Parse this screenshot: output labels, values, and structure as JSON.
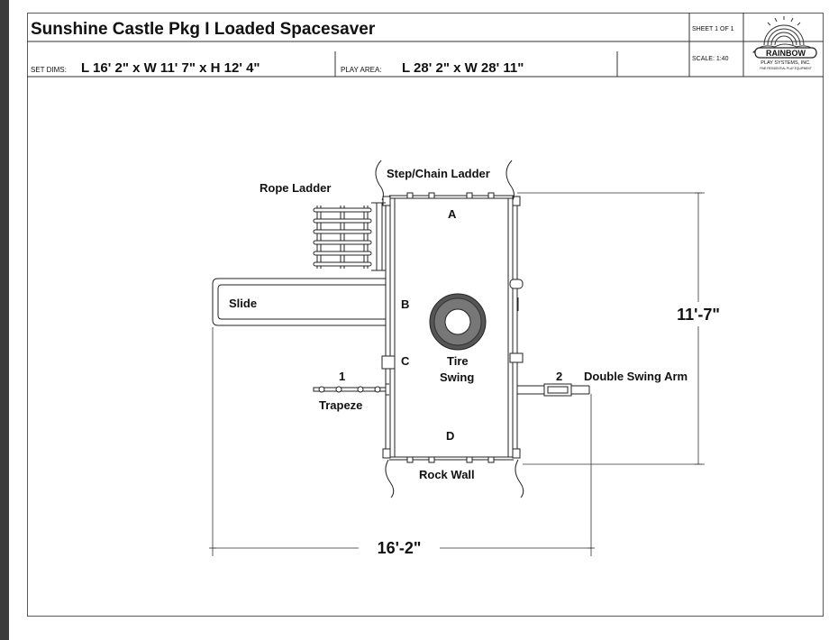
{
  "title_block": {
    "title": "Sunshine Castle Pkg I Loaded Spacesaver",
    "set_dims_label": "SET DIMS:",
    "set_dims_value": "L 16' 2\" x W 11' 7\" x H 12' 4\"",
    "play_area_label": "PLAY AREA:",
    "play_area_value": "L 28' 2\" x W 28' 11\"",
    "sheet": "SHEET 1 OF 1",
    "scale": "SCALE: 1:40",
    "logo_name": "RAINBOW",
    "logo_company": "PLAY SYSTEMS, INC.",
    "logo_tagline": "FINE RESIDENTIAL PLAY EQUIPMENT"
  },
  "diagram": {
    "labels": {
      "step_chain_ladder": "Step/Chain Ladder",
      "rope_ladder": "Rope Ladder",
      "slide": "Slide",
      "a": "A",
      "b": "B",
      "c": "C",
      "d": "D",
      "tire": "Tire",
      "swing": "Swing",
      "one": "1",
      "trapeze": "Trapeze",
      "two": "2",
      "double_swing_arm": "Double Swing Arm",
      "rock_wall": "Rock Wall"
    },
    "dimensions": {
      "width": "11'-7\"",
      "length": "16'-2\""
    }
  },
  "colors": {
    "line": "#222222",
    "tire": "#555555",
    "border": "#5a5a5a"
  },
  "icons": [
    "rainbow-logo-icon"
  ]
}
